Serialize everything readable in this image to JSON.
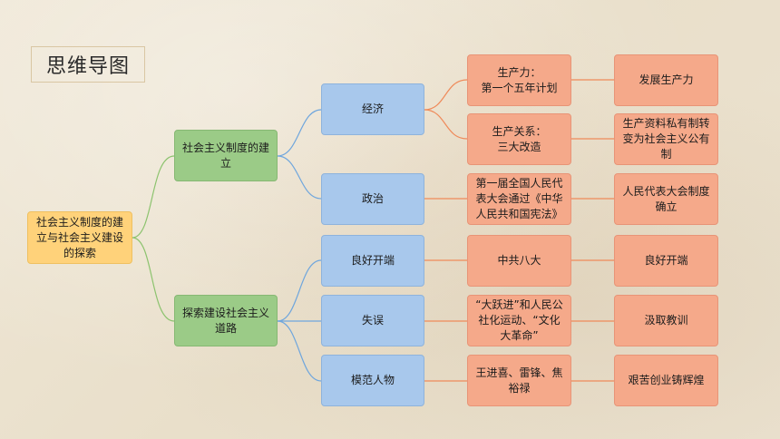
{
  "title": "思维导图",
  "colors": {
    "root": "#ffd27a",
    "level1": "#9bcb87",
    "level2": "#a8c8ec",
    "level3": "#f5a98a",
    "link_green": "#8cc36e",
    "link_blue": "#6fa6dd",
    "link_orange": "#ef8a5a"
  },
  "nodes": {
    "root": "社会主义制度的建\n立与社会主义建设\n的探索",
    "l1_system": "社会主义制度的建\n立",
    "l1_explore": "探索建设社会主义\n道路",
    "l2_economy": "经济",
    "l2_politics": "政治",
    "l2_good_start": "良好开端",
    "l2_mistakes": "失误",
    "l2_models": "模范人物",
    "l3_productivity": "生产力：\n第一个五年计划",
    "l3_relations": "生产关系：\n三大改造",
    "l3_npc": "第一届全国人民代\n表大会通过《中华\n人民共和国宪法》",
    "l3_congress8": "中共八大",
    "l3_leap": "“大跃进”和人民公\n社化运动、“文化\n大革命”",
    "l3_heroes": "王进喜、雷锋、焦\n裕禄",
    "l4_develop": "发展生产力",
    "l4_ownership": "生产资料私有制转\n变为社会主义公有\n制",
    "l4_npc_system": "人民代表大会制度\n确立",
    "l4_good_start": "良好开端",
    "l4_lessons": "汲取教训",
    "l4_hardwork": "艰苦创业铸辉煌"
  }
}
